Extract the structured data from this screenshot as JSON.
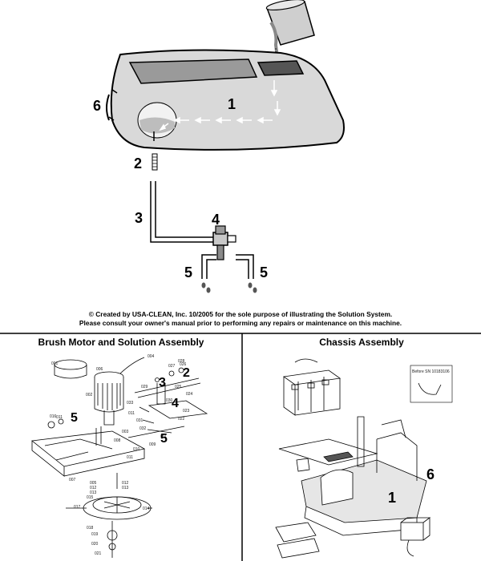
{
  "credit": {
    "line1": "© Created by USA-CLEAN, Inc. 10/2005 for the sole purpose of illustrating the Solution System.",
    "line2": "Please consult your owner's manual prior to performing any repairs or maintenance on this machine."
  },
  "brush_panel": {
    "title": "Brush Motor and Solution Assembly",
    "callouts": [
      "2",
      "3",
      "4",
      "5",
      "5"
    ],
    "part_labels": [
      "001",
      "002",
      "003",
      "004",
      "005",
      "006",
      "007",
      "008",
      "009",
      "010",
      "011",
      "011",
      "011",
      "011",
      "012",
      "012",
      "013",
      "013",
      "014",
      "015",
      "016",
      "017",
      "018",
      "019",
      "020",
      "021",
      "022",
      "023",
      "024",
      "025",
      "026",
      "027",
      "028",
      "029",
      "030",
      "031",
      "032",
      "033"
    ]
  },
  "chassis_panel": {
    "title": "Chassis Assembly",
    "inset_label": "Before SN 10183106",
    "callouts": [
      "1",
      "6"
    ]
  },
  "system_diagram": {
    "callouts": {
      "tank": "1",
      "fitting": "2",
      "hose": "3",
      "valve": "4",
      "outlet_left": "5",
      "outlet_right": "5",
      "drain_hose": "6"
    }
  },
  "colors": {
    "tank_fill": "#d9d9d9",
    "line": "#000000",
    "arrow": "#ffffff"
  }
}
